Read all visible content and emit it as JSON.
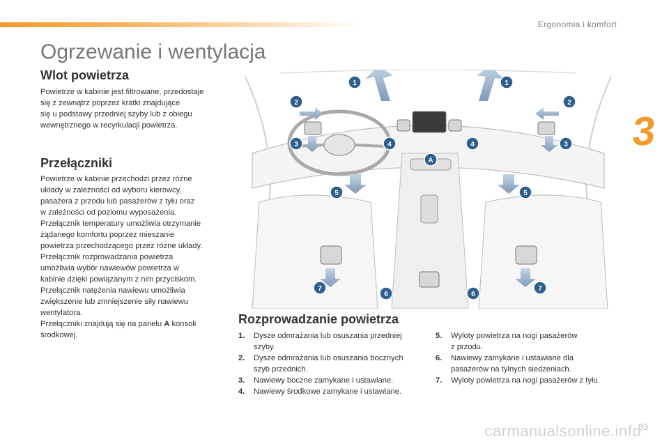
{
  "header": {
    "section_label": "Ergonomia i komfort",
    "chapter_number": "3"
  },
  "title": "Ogrzewanie i wentylacja",
  "intake": {
    "heading": "Wlot powietrza",
    "text_lines": [
      "Powietrze w kabinie jest filtrowane, przedostaje",
      "się z zewnątrz poprzez kratki znajdujące",
      "się u podstawy przedniej szyby lub z obiegu",
      "wewnętrznego w recyrkulacji powietrza."
    ]
  },
  "switches": {
    "heading": "Przełączniki",
    "text_lines": [
      "Powietrze w kabinie przechodzi przez różne",
      "układy w zależności od wyboru kierowcy,",
      "pasażera z przodu lub pasażerów z tyłu oraz",
      "w zależności od poziomu wyposażenia.",
      "Przełącznik temperatury umożliwia otrzymanie",
      "żądanego komfortu poprzez mieszanie",
      "powietrza przechodzącego przez różne układy.",
      "Przełącznik rozprowadzania powietrza",
      "umożliwia wybór nawiewów powietrza w",
      "kabinie dzięki powiązanym z nim przyciskom.",
      "Przełącznik natężenia nawiewu umożliwia",
      "zwiększenie lub zmniejszenie siły nawiewu",
      "wentylatora."
    ],
    "last_line_prefix": "Przełączniki znajdują się na panelu ",
    "last_line_bold": "A",
    "last_line_suffix": " konsoli",
    "last_line_2": "środkowej."
  },
  "distribution": {
    "heading": "Rozprowadzanie powietrza",
    "items_left": [
      {
        "num": "1.",
        "lines": [
          "Dysze odmrażania lub osuszania przedniej",
          "szyby."
        ]
      },
      {
        "num": "2.",
        "lines": [
          "Dysze odmrażania lub osuszania bocznych",
          "szyb przednich."
        ]
      },
      {
        "num": "3.",
        "lines": [
          "Nawiewy boczne zamykane i ustawiane."
        ]
      },
      {
        "num": "4.",
        "lines": [
          "Nawiewy środkowe zamykane i ustawiane."
        ]
      }
    ],
    "items_right": [
      {
        "num": "5.",
        "lines": [
          "Wyloty powietrza na nogi pasażerów",
          "z przodu."
        ]
      },
      {
        "num": "6.",
        "lines": [
          "Nawiewy zamykane i ustawiane dla",
          "pasażerów na tylnych siedzeniach."
        ]
      },
      {
        "num": "7.",
        "lines": [
          "Wyloty powietrza na nogi pasażerów z tyłu."
        ]
      }
    ]
  },
  "diagram": {
    "callouts": [
      "1",
      "1",
      "2",
      "2",
      "3",
      "3",
      "4",
      "4",
      "A",
      "5",
      "5",
      "6",
      "6",
      "7",
      "7"
    ],
    "accent_color": "#2f5f8c",
    "arrow_color": "#9bb3cc"
  },
  "footer": {
    "page_number": "83",
    "watermark": "carmanualsonline.info"
  }
}
